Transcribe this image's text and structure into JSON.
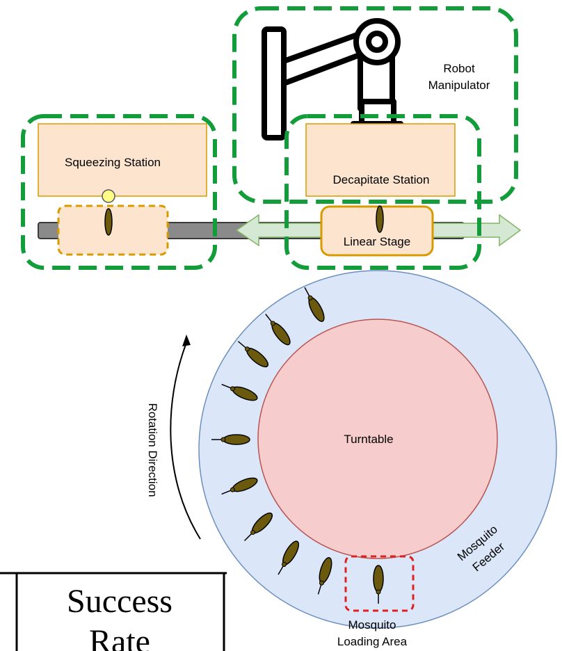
{
  "labels": {
    "squeezing_station": "Squeezing Station",
    "decapitate_station": "Decapitate Station",
    "robot_manipulator_line1": "Robot",
    "robot_manipulator_line2": "Manipulator",
    "linear_stage": "Linear Stage",
    "turntable": "Turntable",
    "rotation_direction": "Rotation Direction",
    "mosquito_feeder_line1": "Mosquito",
    "mosquito_feeder_line2": "Feeder",
    "mosquito_loading_area_line1": "Mosquito",
    "mosquito_loading_area_line2": "Loading Area"
  },
  "table_fragment": {
    "header_line1": "Success",
    "header_line2": "Rate"
  },
  "colors": {
    "group_outline": "#129c3a",
    "station_fill": "#fce4cf",
    "station_border": "#d79b00",
    "turntable_fill": "#f6cccc",
    "turntable_border": "#b85450",
    "feeder_fill": "#dbe7f8",
    "feeder_border": "#6c8ebf",
    "arrow_fill": "#d5e8d4",
    "arrow_border": "#82b366",
    "mosquito_body": "#6b5a0e",
    "loading_area_outline": "#e02020",
    "highlight_dot": "#ffff88"
  }
}
